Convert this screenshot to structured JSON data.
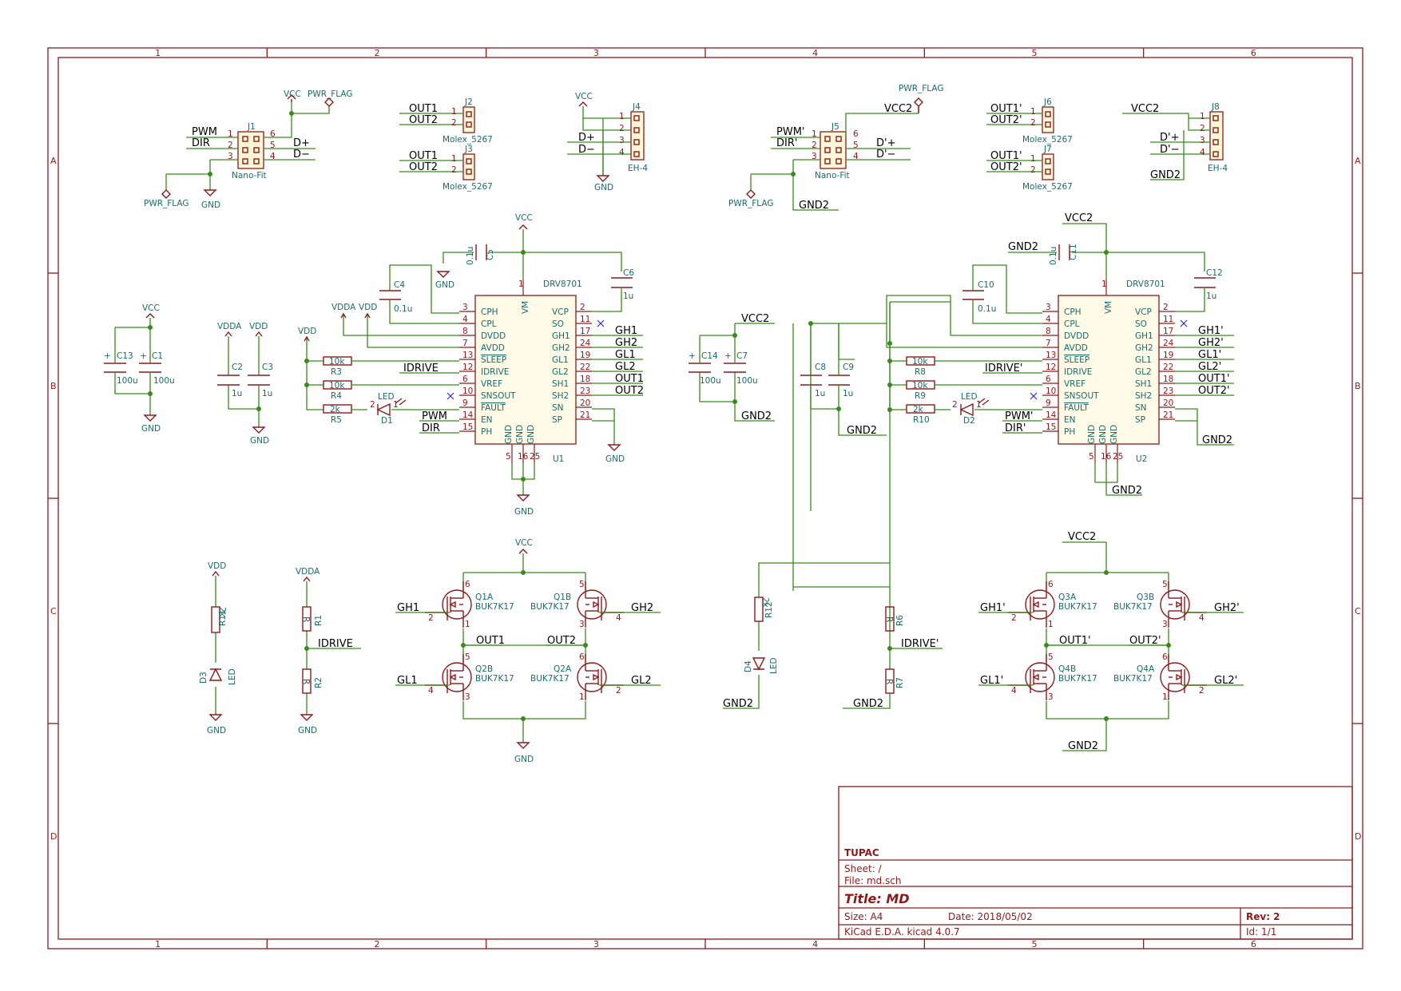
{
  "grid": {
    "columns": [
      "1",
      "2",
      "3",
      "4",
      "5",
      "6"
    ],
    "rows": [
      "A",
      "B",
      "C",
      "D"
    ]
  },
  "title_block": {
    "company": "TUPAC",
    "sheet": "Sheet: /",
    "file": "File: md.sch",
    "title": "Title: MD",
    "size": "Size: A4",
    "date": "Date: 2018/05/02",
    "rev": "Rev: 2",
    "tool": "KiCad E.D.A.  kicad 4.0.7",
    "id": "Id: 1/1"
  },
  "labels": {
    "vcc": "VCC",
    "gnd": "GND",
    "vcc2": "VCC2",
    "gnd2": "GND2",
    "vdd": "VDD",
    "vdda": "VDDA",
    "pwr_flag": "PWR_FLAG",
    "pwm": "PWM",
    "dir": "DIR",
    "pwm2": "PWM'",
    "dir2": "DIR'",
    "dplus": "D+",
    "dminus": "D−",
    "dplus2": "D'+",
    "dminus2": "D'−",
    "out1": "OUT1",
    "out2": "OUT2",
    "out1b": "OUT1'",
    "out2b": "OUT2'",
    "gh1": "GH1",
    "gh2": "GH2",
    "gl1": "GL1",
    "gl2": "GL2",
    "gh1b": "GH1'",
    "gh2b": "GH2'",
    "gl1b": "GL1'",
    "gl2b": "GL2'",
    "idrive": "IDRIVE",
    "idrive2": "IDRIVE'"
  },
  "connectors": {
    "j1": {
      "ref": "J1",
      "value": "Nano-Fit"
    },
    "j2": {
      "ref": "J2",
      "value": "Molex_5267"
    },
    "j3": {
      "ref": "J3",
      "value": "Molex_5267"
    },
    "j4": {
      "ref": "J4",
      "value": "EH-4"
    },
    "j5": {
      "ref": "J5",
      "value": "Nano-Fit"
    },
    "j6": {
      "ref": "J6",
      "value": "Molex_5267"
    },
    "j7": {
      "ref": "J7",
      "value": "Molex_5267"
    },
    "j8": {
      "ref": "J8",
      "value": "EH-4"
    }
  },
  "ics": {
    "u1": {
      "ref": "U1",
      "value": "DRV8701",
      "vm": "VM",
      "left_pins": [
        [
          "CPH",
          "3"
        ],
        [
          "CPL",
          "4"
        ],
        [
          "DVDD",
          "8"
        ],
        [
          "AVDD",
          "7"
        ],
        [
          "SLEEP",
          "13"
        ],
        [
          "IDRIVE",
          "12"
        ],
        [
          "VREF",
          "6"
        ],
        [
          "SNSOUT",
          "10"
        ],
        [
          "FAULT",
          "9"
        ],
        [
          "EN",
          "14"
        ],
        [
          "PH",
          "15"
        ]
      ],
      "right_pins": [
        [
          "VCP",
          "2"
        ],
        [
          "SO",
          "11"
        ],
        [
          "GH1",
          "17"
        ],
        [
          "GH2",
          "24"
        ],
        [
          "GL1",
          "19"
        ],
        [
          "GL2",
          "22"
        ],
        [
          "SH1",
          "18"
        ],
        [
          "SH2",
          "23"
        ],
        [
          "SN",
          "20"
        ],
        [
          "SP",
          "21"
        ]
      ],
      "gnd_pins": [
        [
          "GND",
          "5"
        ],
        [
          "GND",
          "16"
        ],
        [
          "GND",
          "25"
        ]
      ]
    },
    "u2": {
      "ref": "U2",
      "value": "DRV8701",
      "vm": "VM"
    }
  },
  "passives": {
    "c1": {
      "ref": "C1",
      "value": "100u"
    },
    "c13": {
      "ref": "C13",
      "value": "100u"
    },
    "c2": {
      "ref": "C2",
      "value": "1u"
    },
    "c3": {
      "ref": "C3",
      "value": "1u"
    },
    "c4": {
      "ref": "C4",
      "value": "0.1u"
    },
    "c5": {
      "ref": "C5",
      "value": "0.1u"
    },
    "c6": {
      "ref": "C6",
      "value": "1u"
    },
    "c7": {
      "ref": "C7",
      "value": "100u"
    },
    "c14": {
      "ref": "C14",
      "value": "100u"
    },
    "c8": {
      "ref": "C8",
      "value": "1u"
    },
    "c9": {
      "ref": "C9",
      "value": "1u"
    },
    "c10": {
      "ref": "C10",
      "value": "0.1u"
    },
    "c11": {
      "ref": "C11",
      "value": "0.1u"
    },
    "c12": {
      "ref": "C12",
      "value": "1u"
    },
    "r3": {
      "ref": "R3",
      "value": "10k"
    },
    "r4": {
      "ref": "R4",
      "value": "10k"
    },
    "r5": {
      "ref": "R5",
      "value": "2k"
    },
    "r8": {
      "ref": "R8",
      "value": "10k"
    },
    "r9": {
      "ref": "R9",
      "value": "10k"
    },
    "r10": {
      "ref": "R10",
      "value": "2k"
    },
    "r1": {
      "ref": "R1",
      "value": "R"
    },
    "r2": {
      "ref": "R2",
      "value": "R"
    },
    "r6": {
      "ref": "R6",
      "value": "R"
    },
    "r7": {
      "ref": "R7",
      "value": "R"
    },
    "r11": {
      "ref": "R11",
      "value": "2k"
    },
    "r12": {
      "ref": "R12",
      "value": "2k"
    },
    "d1": {
      "ref": "D1",
      "value": "LED"
    },
    "d2": {
      "ref": "D2",
      "value": "LED"
    },
    "d3": {
      "ref": "D3",
      "value": "LED"
    },
    "d4": {
      "ref": "D4",
      "value": "LED"
    }
  },
  "fets": {
    "q1a": {
      "ref": "Q1A",
      "value": "BUK7K17"
    },
    "q1b": {
      "ref": "Q1B",
      "value": "BUK7K17"
    },
    "q2a": {
      "ref": "Q2A",
      "value": "BUK7K17"
    },
    "q2b": {
      "ref": "Q2B",
      "value": "BUK7K17"
    },
    "q3a": {
      "ref": "Q3A",
      "value": "BUK7K17"
    },
    "q3b": {
      "ref": "Q3B",
      "value": "BUK7K17"
    },
    "q4a": {
      "ref": "Q4A",
      "value": "BUK7K17"
    },
    "q4b": {
      "ref": "Q4B",
      "value": "BUK7K17"
    }
  }
}
